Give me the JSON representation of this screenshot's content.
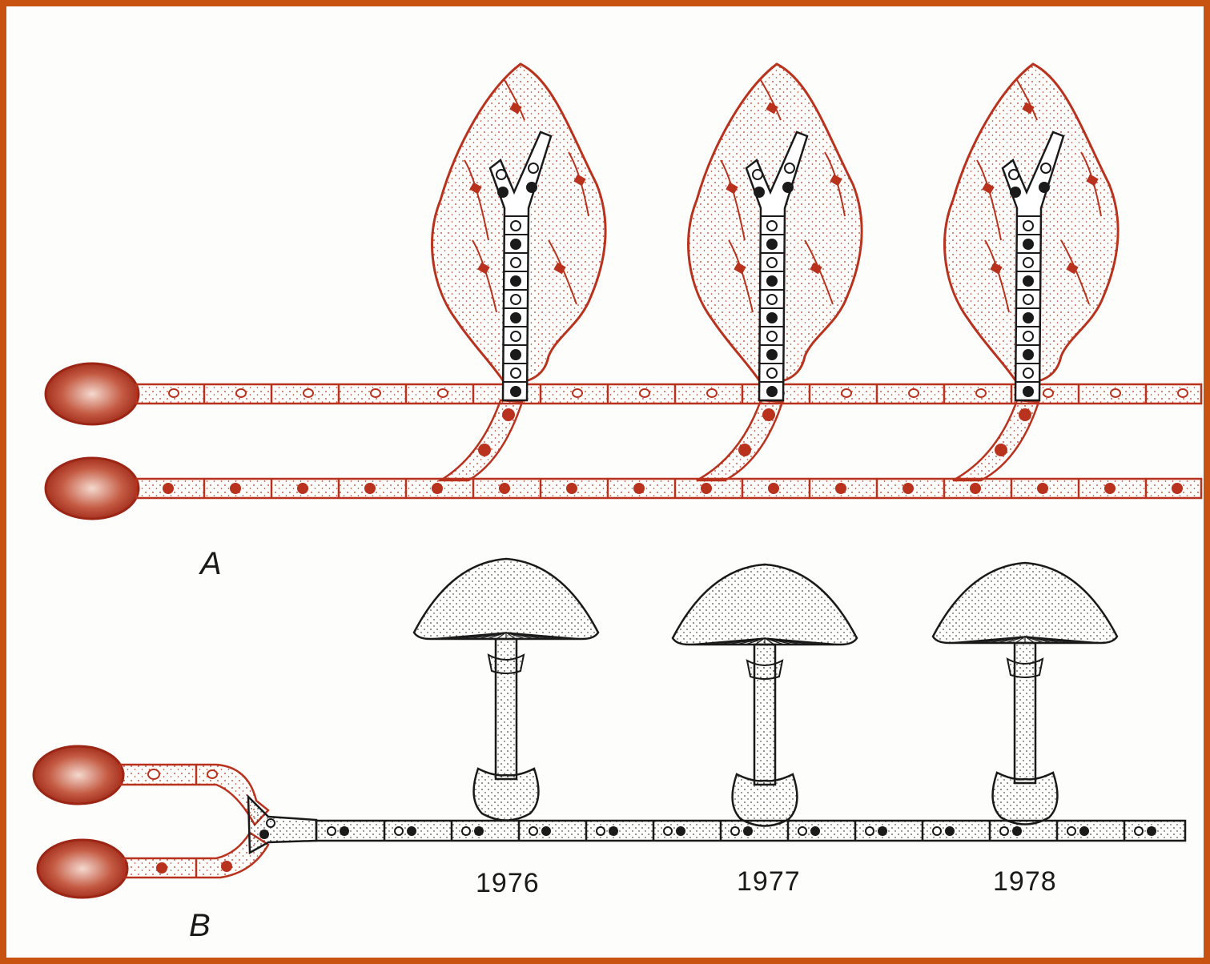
{
  "panels": [
    {
      "id": "A",
      "label": "A"
    },
    {
      "id": "B",
      "label": "B"
    }
  ],
  "years": [
    "1976",
    "1977",
    "1978"
  ],
  "colors": {
    "frame": "#c8520f",
    "red_ink": "#b8321e",
    "black_ink": "#1a1a1a",
    "background": "#fdfdfb"
  }
}
